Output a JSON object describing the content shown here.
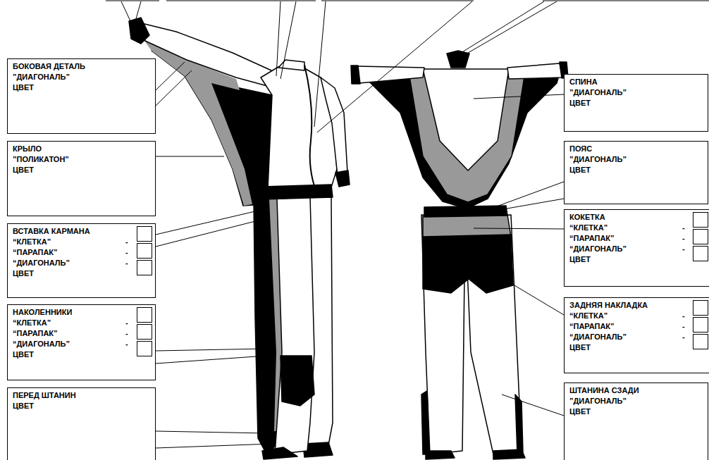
{
  "diagram": {
    "nodes": [
      {
        "text": [
          "БОКОВАЯ ДЕТАЛЬ",
          "”ДИАГОНАЛЬ”",
          "ЦВЕТ"
        ]
      },
      {
        "text": [
          "КРЫЛО",
          "”ПОЛИКАТОН”",
          "ЦВЕТ"
        ]
      },
      {
        "text": [
          "ВСТАВКА КАРМАНА",
          "“КЛЕТКА”",
          "-",
          "“ПАРАПАК”",
          "-",
          "“ДИАГОНАЛЬ”",
          "-",
          "ЦВЕТ"
        ]
      },
      {
        "text": [
          "НАКОЛЕННИКИ",
          "“КЛЕТКА”",
          "-",
          "“ПАРАПАК”",
          "-",
          "“ДИАГОНАЛЬ”",
          "-",
          "ЦВЕТ"
        ]
      },
      {
        "text": [
          "ПЕРЕД ШТАНИН",
          "ЦВЕТ"
        ]
      },
      {
        "text": [
          "СПИНА",
          "”ДИАГОНАЛЬ”",
          "ЦВЕТ"
        ]
      },
      {
        "text": [
          "ПОЯС",
          "”ДИАГОНАЛЬ”",
          "ЦВЕТ"
        ]
      },
      {
        "text": [
          "КОКЕТКА",
          "“КЛЕТКА”",
          "-",
          "“ПАРАПАК”",
          "-",
          "“ДИАГОНАЛЬ”",
          "-",
          "ЦВЕТ"
        ]
      },
      {
        "text": [
          "ЗАДНЯЯ НАКЛАДКА",
          "“КЛЕТКА”",
          "-",
          "“ПАРАПАК”",
          "-",
          "“ДИАГОНАЛЬ”",
          "-",
          "ЦВЕТ"
        ]
      },
      {
        "text": [
          "ШТАНИНА СЗАДИ",
          "”ДИАГОНАЛЬ”",
          "ЦВЕТ"
        ]
      }
    ]
  }
}
